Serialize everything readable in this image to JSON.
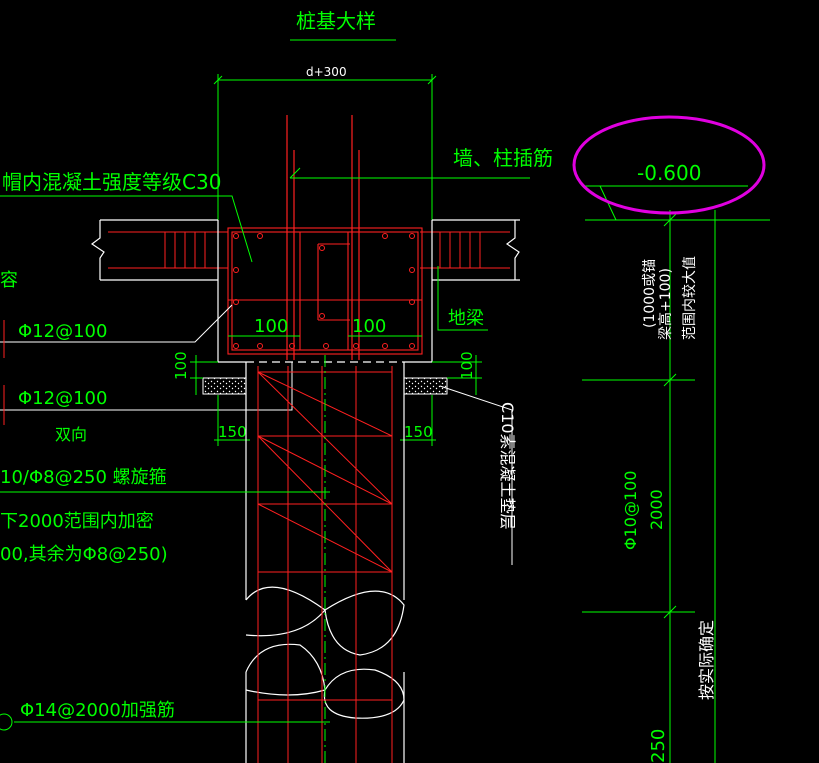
{
  "title": "桩基大样",
  "dims": {
    "top_width": "d+300",
    "inner_left": "100",
    "inner_right": "100",
    "left_100": "100",
    "right_100": "100",
    "left_150": "150",
    "right_150": "150"
  },
  "labels": {
    "wall_bars": "墙、柱插筋",
    "cap_concrete": "帽内混凝土强度等级C30",
    "fragment_a": "容",
    "rebar_1": "Φ12@100",
    "rebar_2": "Φ12@100",
    "two_way": "双向",
    "spiral": "10/Φ8@250  螺旋箍",
    "dense_1": "下2000范围内加密",
    "dense_2": "00,其余为Φ8@250)",
    "ground_beam": "地梁",
    "cushion": "C10素混凝土垫层",
    "strengthen": "Φ14@2000加强筋"
  },
  "elevation": {
    "level": "-0.600",
    "length_1": "(1000或锚",
    "length_2": "梁高+100)",
    "length_3": "范围内较大值",
    "stirrup": "Φ10@100",
    "dense_len": "2000",
    "by_design": "按实际确定",
    "bottom_num": "250"
  },
  "colors": {
    "background": "#000000",
    "green": "#00ff00",
    "red": "#ff2020",
    "white": "#ffffff",
    "magenta": "#e000e0"
  }
}
